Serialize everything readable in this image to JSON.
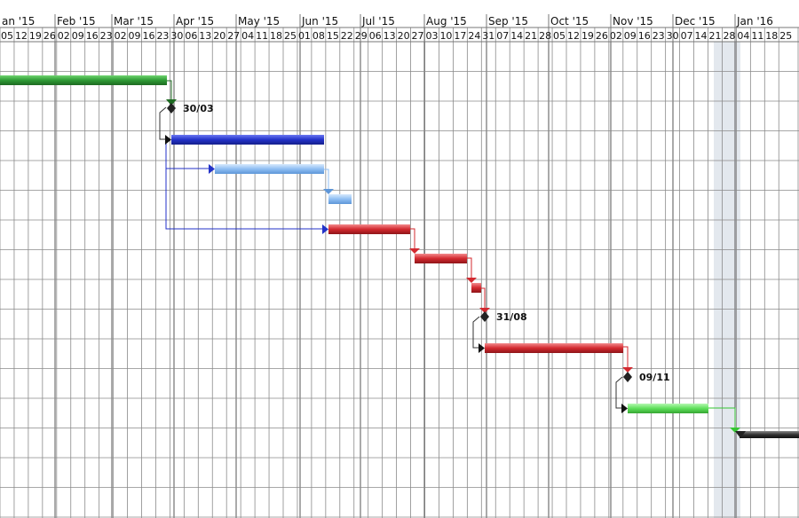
{
  "months": [
    "an '15",
    "Feb '15",
    "Mar '15",
    "Apr '15",
    "May '15",
    "Jun '15",
    "Jul '15",
    "Aug '15",
    "Sep '15",
    "Oct '15",
    "Nov '15",
    "Dec '15",
    "Jan '16"
  ],
  "weeks": [
    "05",
    "12",
    "19",
    "26",
    "02",
    "09",
    "16",
    "23",
    "02",
    "09",
    "16",
    "23",
    "30",
    "06",
    "13",
    "20",
    "27",
    "04",
    "11",
    "18",
    "25",
    "01",
    "08",
    "15",
    "22",
    "29",
    "06",
    "13",
    "20",
    "27",
    "03",
    "10",
    "17",
    "24",
    "31",
    "07",
    "14",
    "21",
    "28",
    "05",
    "12",
    "19",
    "26",
    "02",
    "09",
    "16",
    "23",
    "30",
    "07",
    "14",
    "21",
    "28",
    "04",
    "11",
    "18",
    "25"
  ],
  "milestones": [
    {
      "name": "milestone-30-03",
      "label": "30/03"
    },
    {
      "name": "milestone-31-08",
      "label": "31/08"
    },
    {
      "name": "milestone-09-11",
      "label": "09/11"
    }
  ],
  "colors": {
    "green_dark": "#2f9a35",
    "blue_dark": "#2332c8",
    "blue_light": "#8fbef3",
    "red": "#d3292f",
    "green_light": "#5ee05a",
    "black": "#333333",
    "grid": "#9a9a9a",
    "holiday": "#e3e8ee"
  }
}
